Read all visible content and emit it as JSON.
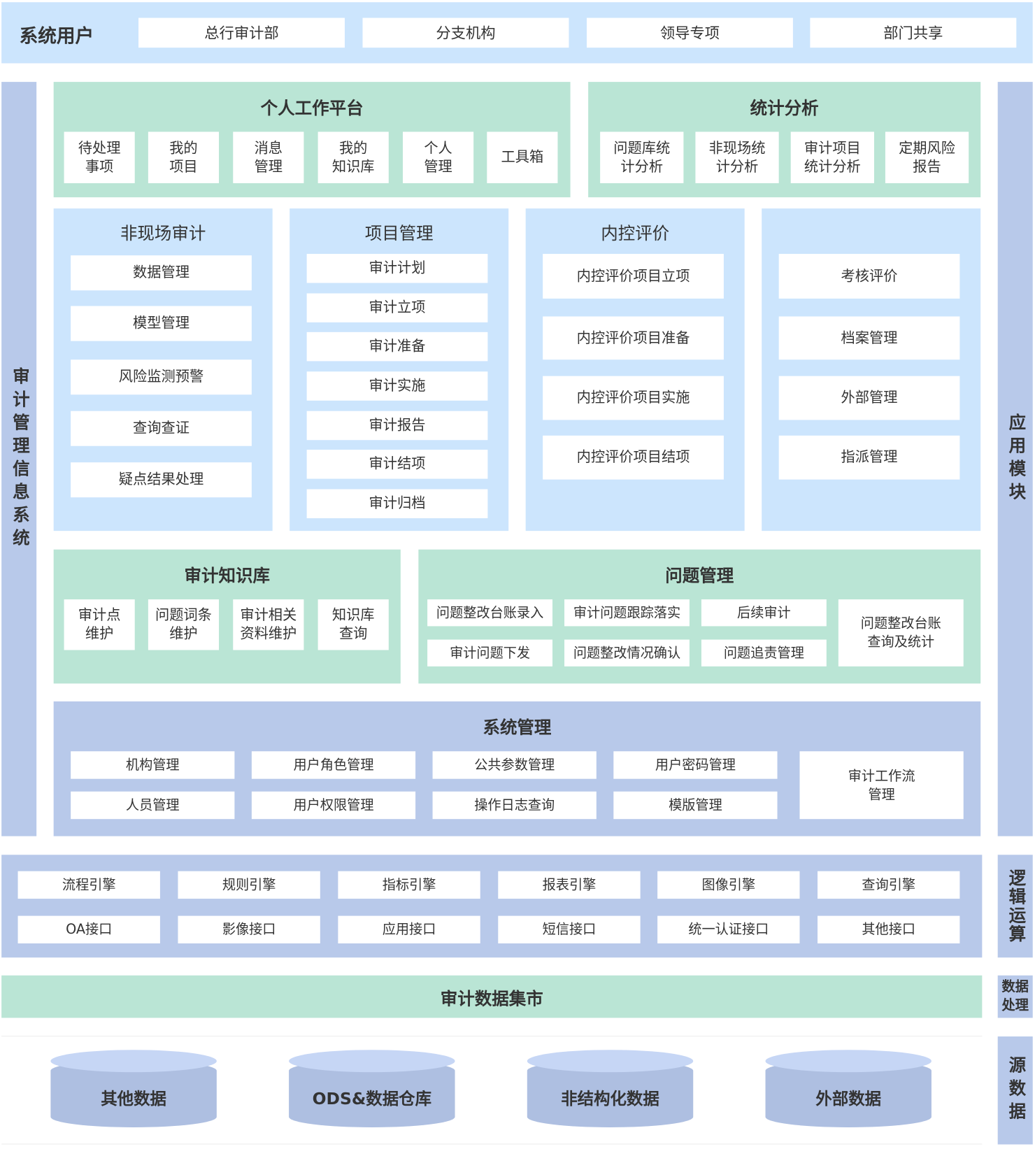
{
  "users": {
    "label": "系统用户",
    "items": [
      "总行审计部",
      "分支机构",
      "领导专项",
      "部门共享"
    ]
  },
  "side_left": "审计管理信息系统",
  "side_right": {
    "app": "应用模块",
    "logic": "逻辑运算",
    "data_proc": "数据处理",
    "source": "源数据"
  },
  "personal": {
    "title": "个人工作平台",
    "items": [
      "待处理\n事项",
      "我的\n项目",
      "消息\n管理",
      "我的\n知识库",
      "个人\n管理",
      "工具箱"
    ]
  },
  "stats": {
    "title": "统计分析",
    "items": [
      "问题库统\n计分析",
      "非现场统\n计分析",
      "审计项目\n统计分析",
      "定期风险\n报告"
    ]
  },
  "offsite": {
    "title": "非现场审计",
    "items": [
      "数据管理",
      "模型管理",
      "风险监测预警",
      "查询查证",
      "疑点结果处理"
    ]
  },
  "project": {
    "title": "项目管理",
    "items": [
      "审计计划",
      "审计立项",
      "审计准备",
      "审计实施",
      "审计报告",
      "审计结项",
      "审计归档"
    ]
  },
  "internal": {
    "title": "内控评价",
    "items": [
      "内控评价项目立项",
      "内控评价项目准备",
      "内控评价项目实施",
      "内控评价项目结项"
    ]
  },
  "other": {
    "items": [
      "考核评价",
      "档案管理",
      "外部管理",
      "指派管理"
    ]
  },
  "knowledge": {
    "title": "审计知识库",
    "items": [
      "审计点\n维护",
      "问题词条\n维护",
      "审计相关\n资料维护",
      "知识库\n查询"
    ]
  },
  "issues": {
    "title": "问题管理",
    "items": [
      "问题整改台账录入",
      "审计问题跟踪落实",
      "后续审计",
      "审计问题下发",
      "问题整改情况确认",
      "问题追责管理"
    ],
    "big": "问题整改台账\n查询及统计"
  },
  "sysmgmt": {
    "title": "系统管理",
    "items": [
      "机构管理",
      "用户角色管理",
      "公共参数管理",
      "用户密码管理",
      "人员管理",
      "用户权限管理",
      "操作日志查询",
      "模版管理"
    ],
    "big": "审计工作流\n管理"
  },
  "logic": {
    "items": [
      "流程引擎",
      "规则引擎",
      "指标引擎",
      "报表引擎",
      "图像引擎",
      "查询引擎",
      "OA接口",
      "影像接口",
      "应用接口",
      "短信接口",
      "统一认证接口",
      "其他接口"
    ]
  },
  "datamart": "审计数据集市",
  "sources": [
    "其他数据",
    "ODS&数据仓库",
    "非结构化数据",
    "外部数据"
  ]
}
